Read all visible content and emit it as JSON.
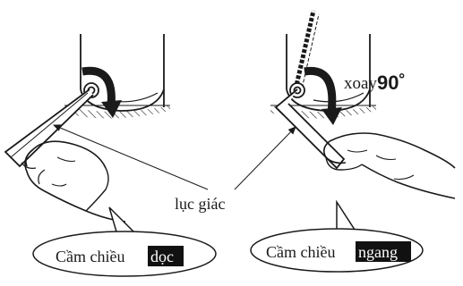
{
  "labels": {
    "hex_key": "lục giác",
    "rotate_prefix": "xoay",
    "rotate_value": "90˚",
    "bubble_left_prefix": "Cầm chiều ",
    "bubble_left_highlight": "dọc",
    "bubble_right_prefix": "Cầm chiều ",
    "bubble_right_highlight": "ngang"
  },
  "colors": {
    "ink": "#1a1a1a",
    "highlight_bg": "#111111",
    "highlight_text": "#ffffff",
    "paper": "#ffffff"
  }
}
